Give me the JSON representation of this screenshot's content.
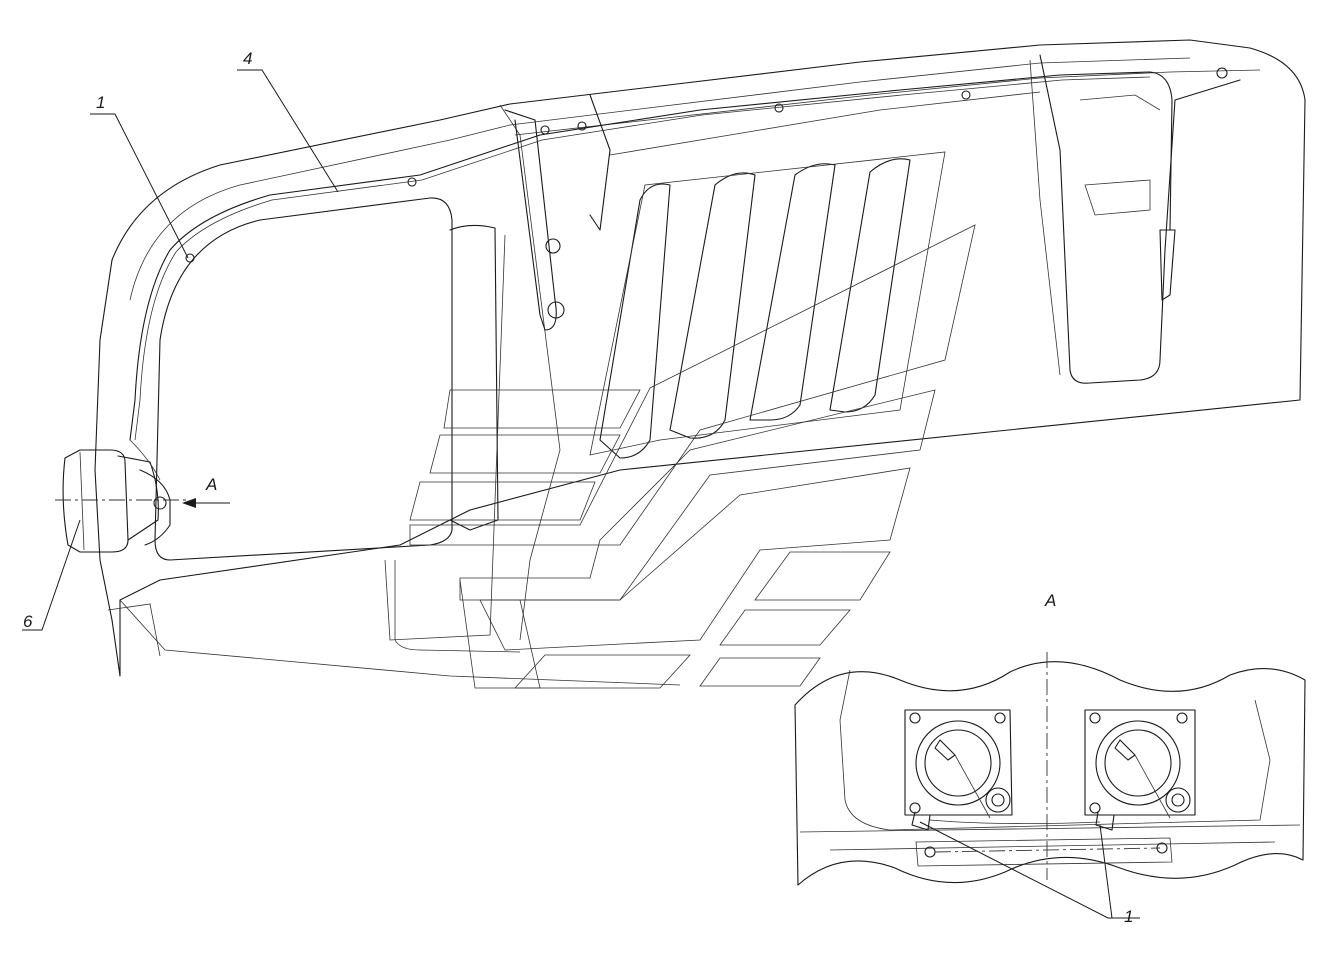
{
  "labels": {
    "callout_1": "1",
    "callout_4": "4",
    "callout_6": "6",
    "view_arrow": "A",
    "view_title": "A",
    "detail_callout_1": "1"
  }
}
